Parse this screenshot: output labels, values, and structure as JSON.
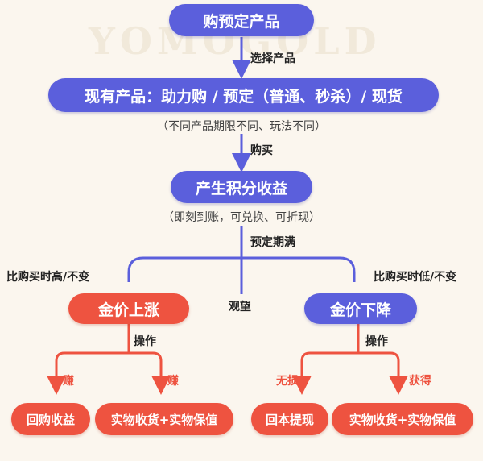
{
  "watermark": "YOMOGOLD",
  "nodes": {
    "top": "购预定产品",
    "products": "现有产品：助力购 / 预定（普通、秒杀）/ 现货",
    "points": "产生积分收益",
    "rise": "金价上涨",
    "fall": "金价下降",
    "rise_income": "回购收益",
    "rise_physical": "实物收货+实物保值",
    "fall_redeem": "回本提现",
    "fall_physical": "实物收货+实物保值"
  },
  "notes": {
    "products_sub": "（不同产品期限不同、玩法不同）",
    "points_sub": "（即刻到账，可兑换、可折现）"
  },
  "labels": {
    "select": "选择产品",
    "buy": "购买",
    "mature": "预定期满",
    "higher": "比购买时高/不变",
    "lower": "比购买时低/不变",
    "wait": "观望",
    "op_left": "操作",
    "op_right": "操作",
    "earn_left": "赚",
    "earn_right": "赚",
    "no_loss": "无损",
    "gain": "获得"
  },
  "colors": {
    "blue": "#5b5fdc",
    "red": "#ee5340",
    "background": "#fbf6ee"
  }
}
